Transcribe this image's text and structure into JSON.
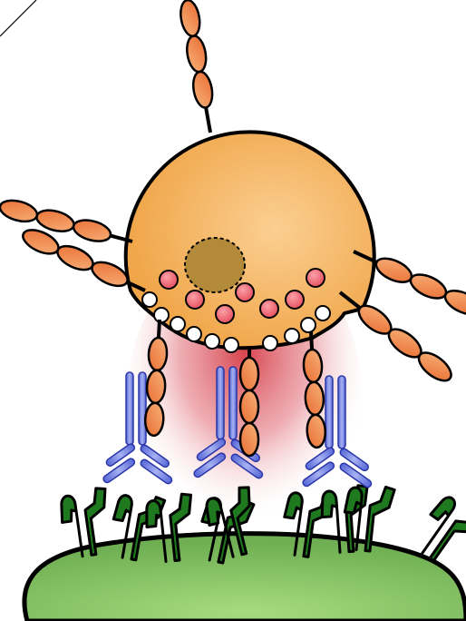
{
  "diagram": {
    "text_labels": [],
    "parts": {
      "effector_cell": "effector-cell",
      "nucleus": "nucleus",
      "granules": "cytotoxic-granule",
      "surface_receptors": "fc-receptor",
      "antibodies": "antibody",
      "target_cell": "target-cell",
      "target_antigens": "surface-antigen",
      "release_zone": "granule-release-zone"
    },
    "colors": {
      "cell_body": "#f2ad57",
      "cell_body_light": "#f9c98a",
      "nucleus": "#b38a3a",
      "granule": "#f06674",
      "receptor": "#ee8a4e",
      "antibody": "#6f7fe0",
      "antigen": "#1f7a1f",
      "target_cell": "#8cc86a",
      "release_glow": "#d2303c",
      "outline": "#000000"
    }
  }
}
